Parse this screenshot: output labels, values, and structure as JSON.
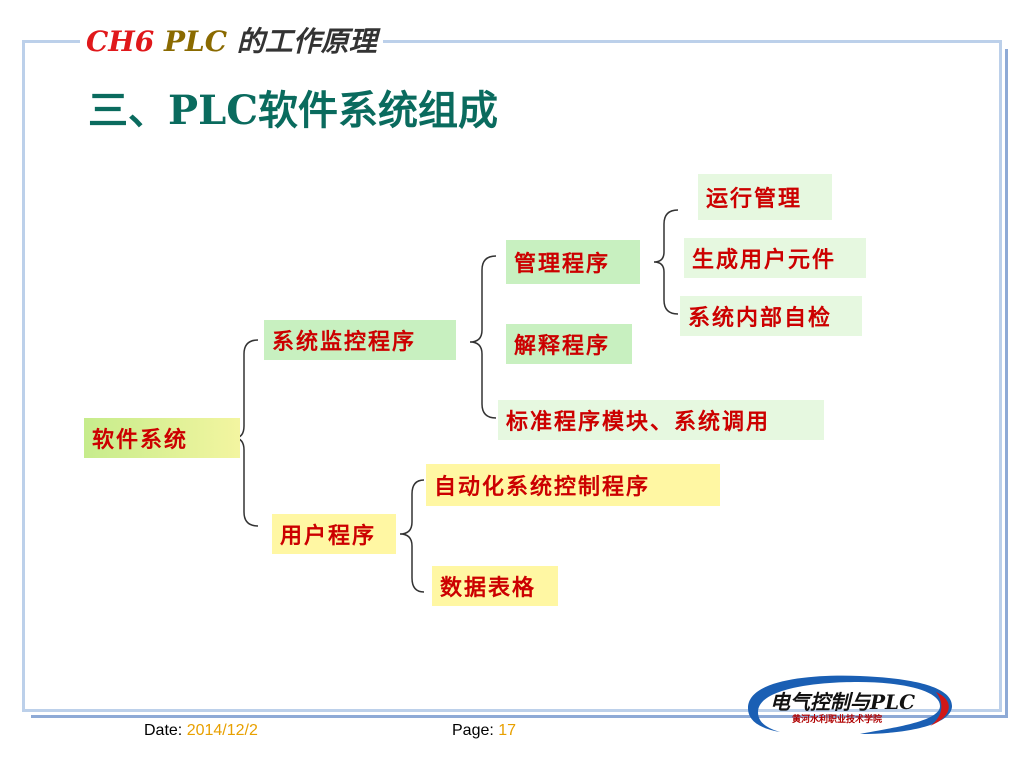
{
  "header": {
    "chapter_ch": "CH6",
    "chapter_plc": "PLC",
    "chapter_rest": "的工作原理",
    "title": "三、PLC软件系统组成"
  },
  "diagram": {
    "root": "软件系统",
    "monitor": "系统监控程序",
    "user": "用户程序",
    "management": "管理程序",
    "interpret": "解释程序",
    "standard": "标准程序模块、系统调用",
    "run_manage": "运行管理",
    "gen_user": "生成用户元件",
    "self_check": "系统内部自检",
    "auto_control": "自动化系统控制程序",
    "data_table": "数据表格"
  },
  "footer": {
    "date_label": "Date:",
    "date_value": "2014/12/2",
    "page_label": "Page:",
    "page_value": "17"
  },
  "logo": {
    "main": "电气控制与PLC",
    "sub": "黄河水利职业技术学院"
  },
  "colors": {
    "title": "#0a6b5e",
    "node_text": "#cc0000",
    "border": "#8eaad6"
  }
}
